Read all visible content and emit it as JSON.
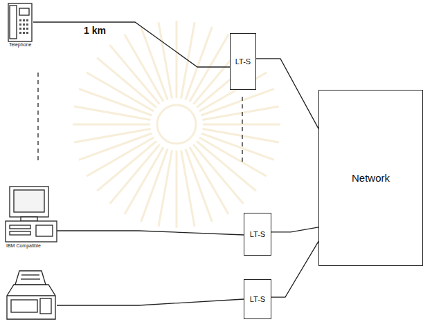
{
  "diagram": {
    "nodes": [
      {
        "text": [
          "LT-S"
        ]
      },
      {
        "text": [
          "LT-S"
        ]
      },
      {
        "text": [
          "LT-S"
        ]
      },
      {
        "text": [
          "Network"
        ]
      }
    ],
    "edges": [
      {
        "from": 0,
        "to": 3,
        "arrow": "none"
      },
      {
        "from": 1,
        "to": 3,
        "arrow": "none"
      },
      {
        "from": 2,
        "to": 3,
        "arrow": "none"
      }
    ],
    "labels": [
      "Telephone",
      "1 km",
      "IBM Compatible"
    ]
  }
}
